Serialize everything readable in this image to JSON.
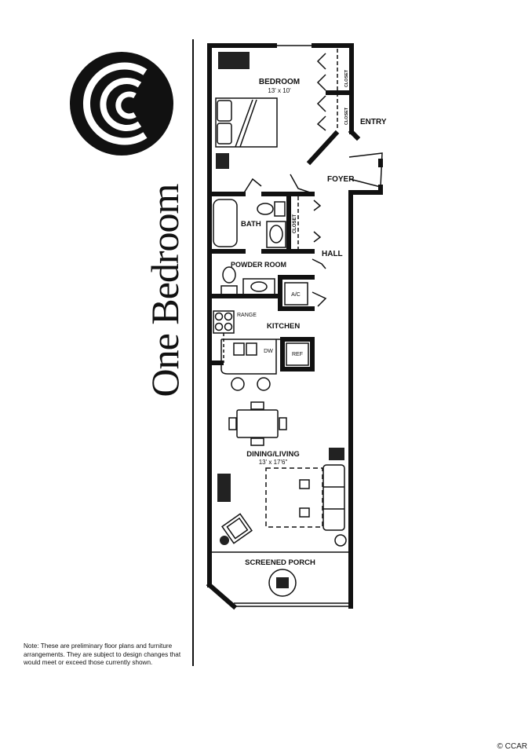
{
  "title": "One Bedroom",
  "note": "Note: These are preliminary floor plans and furniture arrangements. They are subject to design changes that would meet or exceed those currently shown.",
  "credit": "© CCAR",
  "rooms": {
    "bedroom": {
      "name": "BEDROOM",
      "dims": "13' x 10'"
    },
    "entry": "ENTRY",
    "foyer": "FOYER",
    "bath": "BATH",
    "closet": "CLOSET",
    "hall": "HALL",
    "powder_room": "POWDER ROOM",
    "ac": "A/C",
    "range": "RANGE",
    "kitchen": "KITCHEN",
    "dw": "DW",
    "ref": "REF",
    "dining_living": {
      "name": "DINING/LIVING",
      "dims": "13' x 17'6\""
    },
    "screened_porch": "SCREENED PORCH"
  }
}
